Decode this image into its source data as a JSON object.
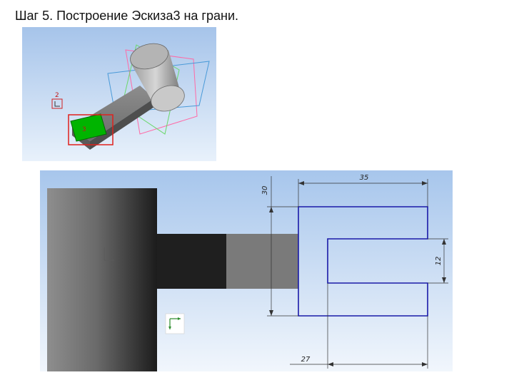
{
  "title": "Шаг 5. Построение Эскиза3 на грани.",
  "viewport_top": {
    "tree_label": "2",
    "face_badge": "3"
  },
  "viewport_sketch": {
    "dimensions": {
      "d30": "30",
      "d35": "35",
      "d12": "12",
      "d27": "27"
    }
  },
  "colors": {
    "viewport_bg_top": "#a9c6ea",
    "viewport_bg_bottom": "#eef4fb",
    "sketch_line": "#1a1aa8",
    "selected_face": "#00b400",
    "selection_frame": "#e0201c"
  }
}
